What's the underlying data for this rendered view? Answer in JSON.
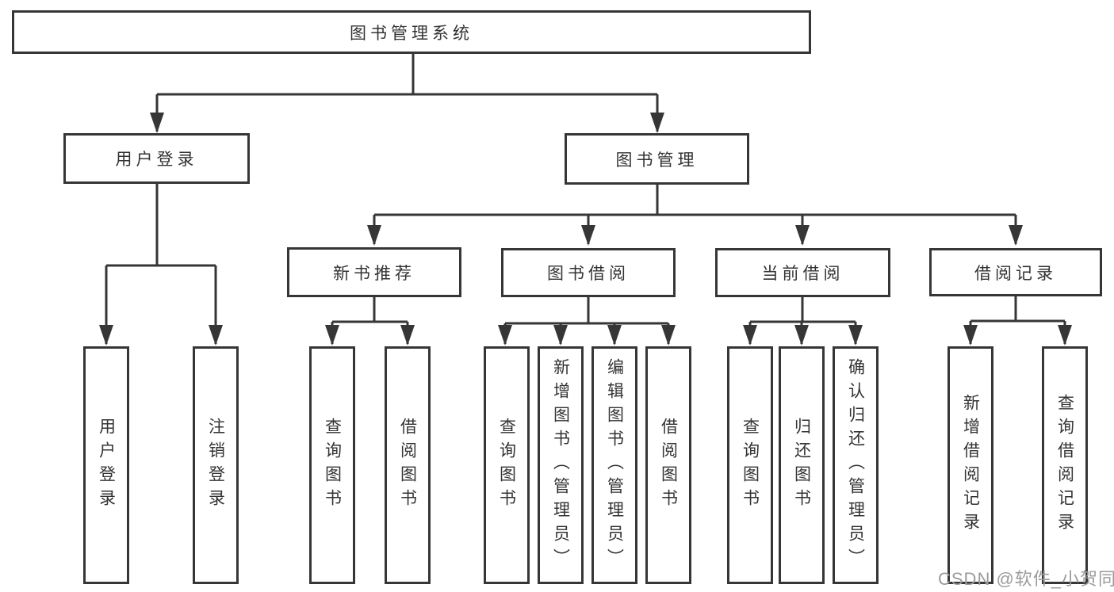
{
  "tree": {
    "root": "图书管理系统",
    "user_login": {
      "label": "用户登录",
      "children": [
        "用户登录",
        "注销登录"
      ]
    },
    "book_management": {
      "label": "图书管理",
      "modules": {
        "new_book": {
          "label": "新书推荐",
          "children": [
            "查询图书",
            "借阅图书"
          ]
        },
        "borrow": {
          "label": "图书借阅",
          "children": [
            "查询图书",
            "新增图书（管理员）",
            "编辑图书（管理员）",
            "借阅图书"
          ]
        },
        "current": {
          "label": "当前借阅",
          "children": [
            "查询图书",
            "归还图书",
            "确认归还（管理员）"
          ]
        },
        "records": {
          "label": "借阅记录",
          "children": [
            "新增借阅记录",
            "查询借阅记录"
          ]
        }
      }
    }
  },
  "watermark": "CSDN @软件_小贺同学",
  "colors": {
    "line": "#363636",
    "text": "#333333",
    "watermark": "#9b9b9b",
    "background": "#ffffff"
  }
}
